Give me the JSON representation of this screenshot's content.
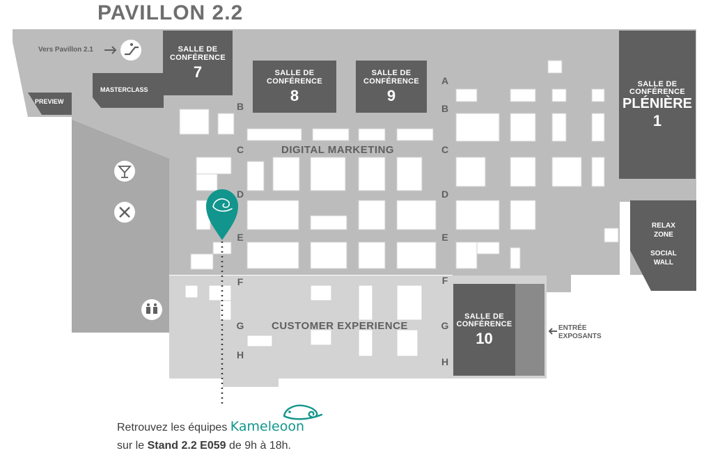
{
  "title": "PAVILLON 2.2",
  "rooms": {
    "r7": {
      "l1": "SALLE DE",
      "l2": "CONFÉRENCE",
      "num": "7"
    },
    "r8": {
      "l1": "SALLE DE",
      "l2": "CONFÉRENCE",
      "num": "8"
    },
    "r9": {
      "l1": "SALLE DE",
      "l2": "CONFÉRENCE",
      "num": "9"
    },
    "r10": {
      "l1": "SALLE DE",
      "l2": "CONFÉRENCE",
      "num": "10"
    },
    "pleniere": {
      "l1": "SALLE DE",
      "l2": "CONFÉRENCE",
      "l3": "PLÉNIÈRE",
      "num": "1"
    }
  },
  "labels": {
    "vers": "Vers Pavillon 2.1",
    "preview": "PREVIEW",
    "masterclass": "MASTERCLASS",
    "digital": "DIGITAL MARKETING",
    "customer": "CUSTOMER EXPERIENCE",
    "relax1": "RELAX",
    "relax2": "ZONE",
    "social1": "SOCIAL",
    "social2": "WALL",
    "entree1": "ENTRÉE",
    "entree2": "EXPOSANTS"
  },
  "rows": [
    "A",
    "B",
    "C",
    "D",
    "E",
    "F",
    "G",
    "H"
  ],
  "caption": {
    "line1": "Retrouvez les équipes",
    "brand": "Kameleoon",
    "line2_pre": "sur le",
    "stand": "Stand 2.2 E059",
    "line2_post": "de 9h à 18h."
  },
  "colors": {
    "floor": "#bcbcbc",
    "room": "#5f5f5f",
    "accent": "#12958d",
    "lower_zone": "#d3d3d3"
  },
  "icons": [
    "escalator-icon",
    "cocktail-icon",
    "restaurant-icon",
    "restroom-icon",
    "location-pin-icon",
    "chameleon-logo"
  ]
}
